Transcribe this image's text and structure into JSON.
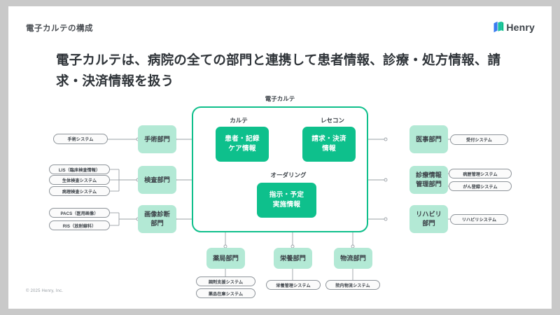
{
  "header": {
    "title": "電子カルテの構成",
    "logo_text": "Henry",
    "logo_icon": "henry-book-logo",
    "logo_blue": "#3B7BF0",
    "logo_green": "#10BF8A"
  },
  "lead": "電子カルテは、病院の全ての部門と連携して患者情報、診療・処方情報、請求・決済情報を扱う",
  "footer": "© 2025 Henry, Inc.",
  "theme": {
    "accent_green": "#0EC08C",
    "mint": "#B3E9D5",
    "text": "#3C4248",
    "line": "#9AA0A6"
  },
  "diagram": {
    "container_caption": "電子カルテ",
    "sub_captions": {
      "karte": "カルテ",
      "rececom": "レセコン",
      "ordering": "オーダリング"
    },
    "core_boxes": [
      {
        "id": "karte",
        "label": "患者・記録\nケア情報"
      },
      {
        "id": "rececom",
        "label": "請求・決済\n情報"
      },
      {
        "id": "ordering",
        "label": "指示・予定\n実施情報"
      }
    ],
    "left_groups": [
      {
        "dept": "手術部門",
        "systems": [
          "手術システム"
        ]
      },
      {
        "dept": "検査部門",
        "systems": [
          "LIS（臨床検査情報）",
          "生体検査システム",
          "病理検査システム"
        ]
      },
      {
        "dept": "画像診断\n部門",
        "systems": [
          "PACS（医用画像）",
          "RIS（放射線科）"
        ]
      }
    ],
    "right_groups": [
      {
        "dept": "医事部門",
        "systems": [
          "受付システム"
        ]
      },
      {
        "dept": "診療情報\n管理部門",
        "systems": [
          "病歴管理システム",
          "がん登録システム"
        ]
      },
      {
        "dept": "リハビリ\n部門",
        "systems": [
          "リハビリシステム"
        ]
      }
    ],
    "bottom_groups": [
      {
        "dept": "薬局部門",
        "systems": [
          "調剤支援システム",
          "薬品在庫システム"
        ]
      },
      {
        "dept": "栄養部門",
        "systems": [
          "栄養管理システム"
        ]
      },
      {
        "dept": "物流部門",
        "systems": [
          "院内物流システム"
        ]
      }
    ]
  }
}
